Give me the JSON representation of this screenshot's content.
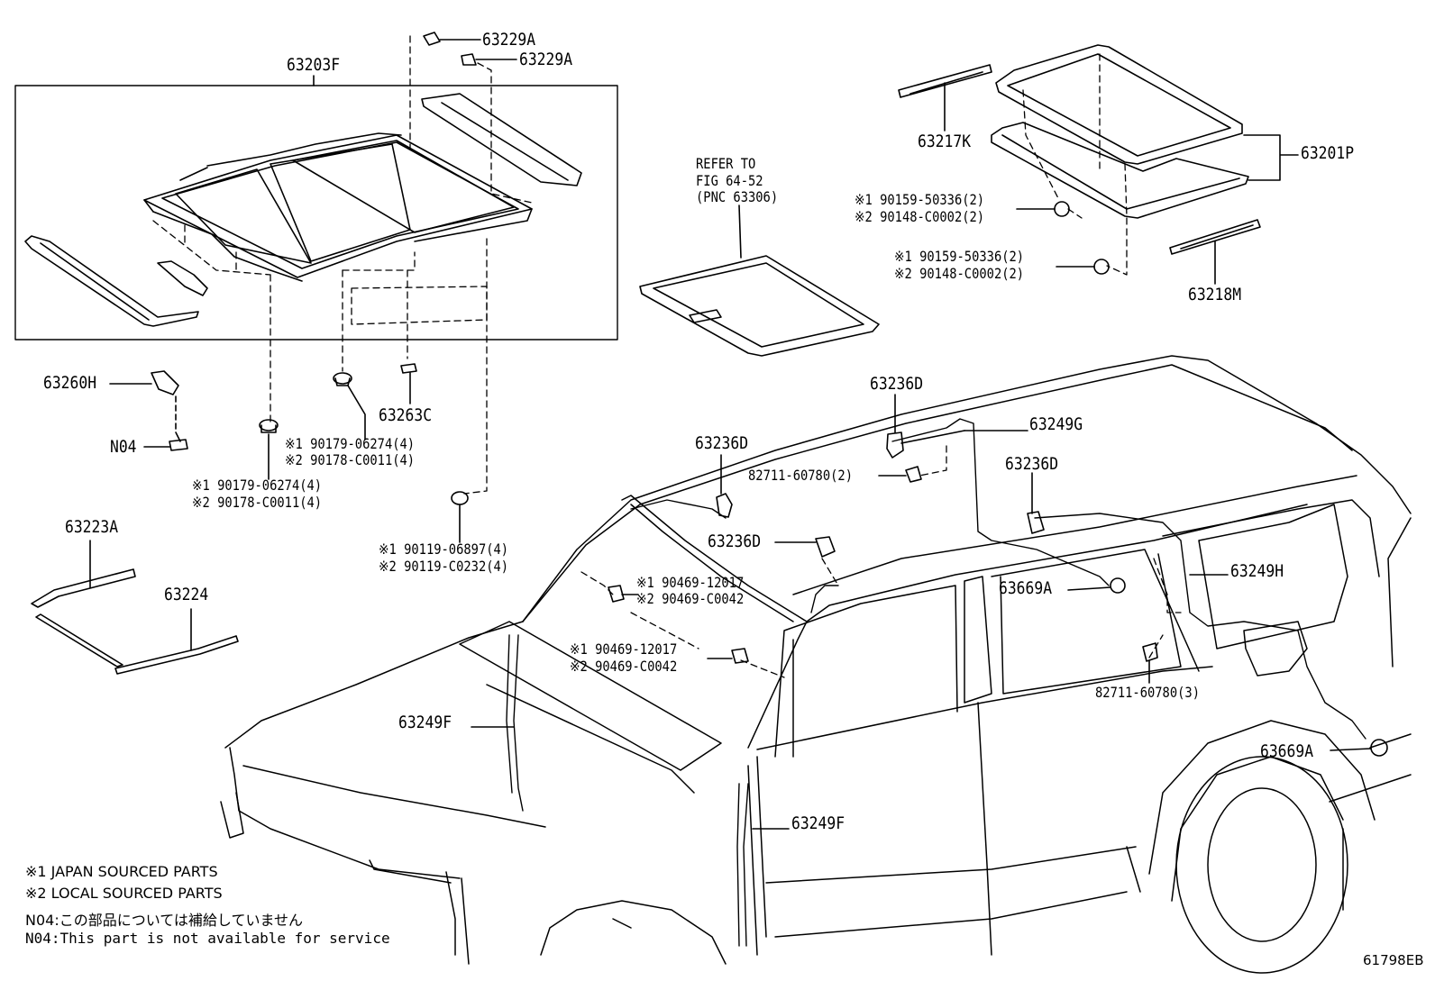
{
  "labels": {
    "p63203F": "63203F",
    "p63229A_1": "63229A",
    "p63229A_2": "63229A",
    "p63217K": "63217K",
    "p63201P": "63201P",
    "p63218M": "63218M",
    "refer_1": "REFER TO",
    "refer_2": "FIG 64-52",
    "refer_3": "(PNC 63306)",
    "bolt_a1": "※1 90159-50336(2)",
    "bolt_a2": "※2 90148-C0002(2)",
    "bolt_b1": "※1 90159-50336(2)",
    "bolt_b2": "※2 90148-C0002(2)",
    "p63260H": "63260H",
    "pN04": "N04",
    "p63263C": "63263C",
    "nut_a1": "※1 90179-06274(4)",
    "nut_a2": "※2 90178-C0011(4)",
    "nut_b1": "※1 90179-06274(4)",
    "nut_b2": "※2 90178-C0011(4)",
    "nut_c1": "※1 90119-06897(4)",
    "nut_c2": "※2 90119-C0232(4)",
    "p63223A": "63223A",
    "p63224": "63224",
    "p63236D_1": "63236D",
    "p63236D_2": "63236D",
    "p63236D_3": "63236D",
    "p63236D_4": "63236D",
    "p63249G": "63249G",
    "clip_a": "82711-60780(2)",
    "clip_b": "82711-60780(3)",
    "p63669A_1": "63669A",
    "p63669A_2": "63669A",
    "p63249H": "63249H",
    "p63249F_1": "63249F",
    "p63249F_2": "63249F",
    "grom_a1": "※1 90469-12017",
    "grom_a2": "※2 90469-C0042",
    "grom_b1": "※1 90469-12017",
    "grom_b2": "※2 90469-C0042"
  },
  "notes": {
    "n1": "※1 JAPAN SOURCED PARTS",
    "n2": "※2 LOCAL SOURCED PARTS",
    "n3": "N04:この部品については補給していません",
    "n4": "N04:This part is not available for service"
  },
  "figure_code": "61798EB"
}
